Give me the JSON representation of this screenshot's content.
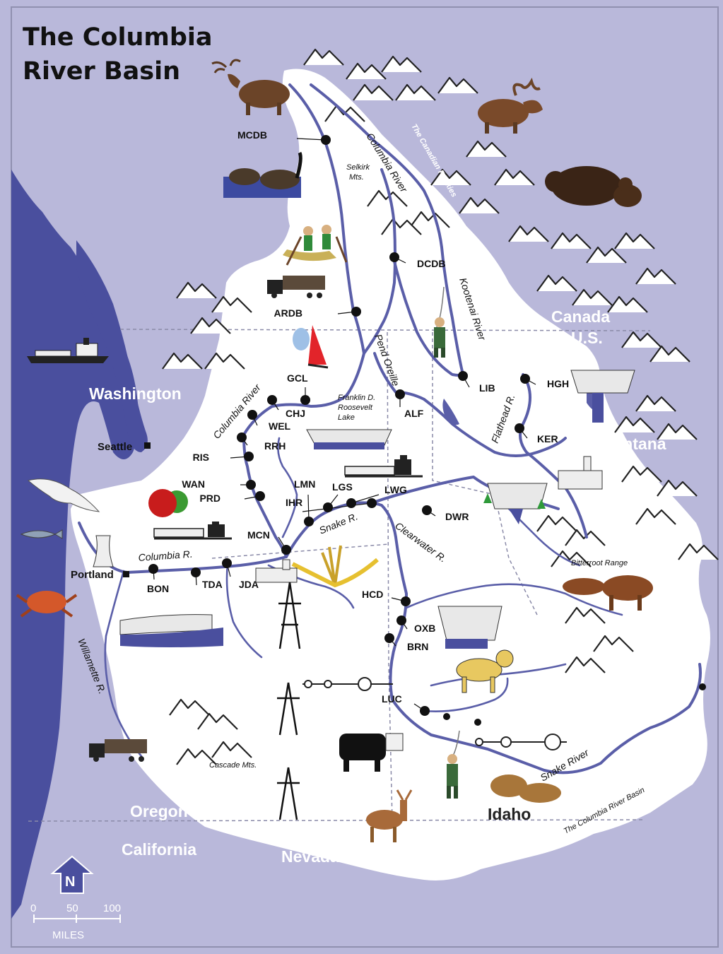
{
  "title": {
    "line1": "The Columbia",
    "line2": "River Basin"
  },
  "colors": {
    "background": "#b9b8da",
    "basin": "#ffffff",
    "ocean": "#4a4f9e",
    "river": "#5a5ea8",
    "dam_marker": "#111111"
  },
  "regions": {
    "washington": "Washington",
    "oregon": "Oregon",
    "california": "California",
    "nevada": "Nevada",
    "idaho": "Idaho",
    "montana": "Montana",
    "canada": "Canada",
    "us": "U.S."
  },
  "cities": {
    "seattle": "Seattle",
    "portland": "Portland"
  },
  "features": {
    "columbia_river_north": "Columbia River",
    "columbia_river_mid": "Columbia River",
    "columbia_r_south": "Columbia R.",
    "kootenai_river": "Kootenai River",
    "pend_oreille": "Pend Oreille",
    "flathead_r": "Flathead R.",
    "snake_r": "Snake R.",
    "snake_river": "Snake River",
    "clearwater_r": "Clearwater R.",
    "willamette_r": "Willamette R.",
    "selkirk_1": "Selkirk",
    "selkirk_2": "Mts.",
    "fdr_1": "Franklin D.",
    "fdr_2": "Roosevelt",
    "fdr_3": "Lake",
    "bitterroot": "Bitterroot Range",
    "cascade": "Cascade Mts.",
    "basin_label": "The Columbia River Basin",
    "rocky_label": "The Canadian Rockies"
  },
  "dams": [
    "MCDB",
    "DCDB",
    "ARDB",
    "GCL",
    "CHJ",
    "WEL",
    "RRH",
    "RIS",
    "WAN",
    "PRD",
    "LMN",
    "LGS",
    "LWG",
    "IHR",
    "MCN",
    "BON",
    "TDA",
    "JDA",
    "HCD",
    "OXB",
    "BRN",
    "LUC",
    "DWR",
    "LIB",
    "ALF",
    "HGH",
    "KER"
  ],
  "compass": {
    "letter": "N"
  },
  "scale": {
    "t0": "0",
    "t1": "50",
    "t2": "100",
    "unit": "MILES"
  },
  "icons": [
    "caribou-icon",
    "moose-icon",
    "bear-icon",
    "geese-icon",
    "canoe-icon",
    "logging-truck-icon",
    "fisherman-icon",
    "windsurfer-icon",
    "ship-icon",
    "seagull-icon",
    "fish-icon",
    "crab-icon",
    "apples-icon",
    "barge-icon",
    "wheat-icon",
    "dam-icon",
    "transmission-tower-icon",
    "irrigation-icon",
    "bighorn-sheep-icon",
    "cattle-icon",
    "cow-icon",
    "deer-icon",
    "potato-icon",
    "cooling-tower-icon",
    "lumber-mill-icon",
    "tree-icon",
    "mountain-icon"
  ]
}
